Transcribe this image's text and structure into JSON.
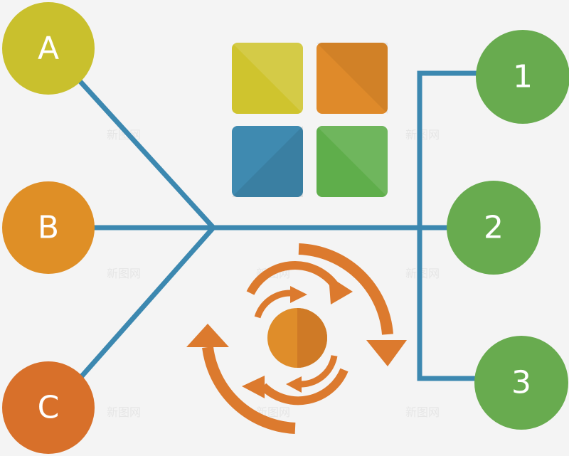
{
  "colors": {
    "background": "#f4f4f4",
    "connector": "#3c88b0",
    "node_a": "#c9c02d",
    "node_b": "#df8f26",
    "node_c": "#d8702a",
    "node_numbers": "#68ab4f",
    "tile_yellow": "#cfc42e",
    "tile_orange": "#df8a2a",
    "tile_blue": "#3f8ab0",
    "tile_green": "#5fae4b",
    "cycle_orange": "#dc7a2e"
  },
  "nodes_left": [
    {
      "label": "A"
    },
    {
      "label": "B"
    },
    {
      "label": "C"
    }
  ],
  "nodes_right": [
    {
      "label": "1"
    },
    {
      "label": "2"
    },
    {
      "label": "3"
    }
  ],
  "icons": {
    "tiles": "four-tile-grid-icon",
    "cycle": "circular-arrows-cycle-icon"
  },
  "watermark": "新图网"
}
